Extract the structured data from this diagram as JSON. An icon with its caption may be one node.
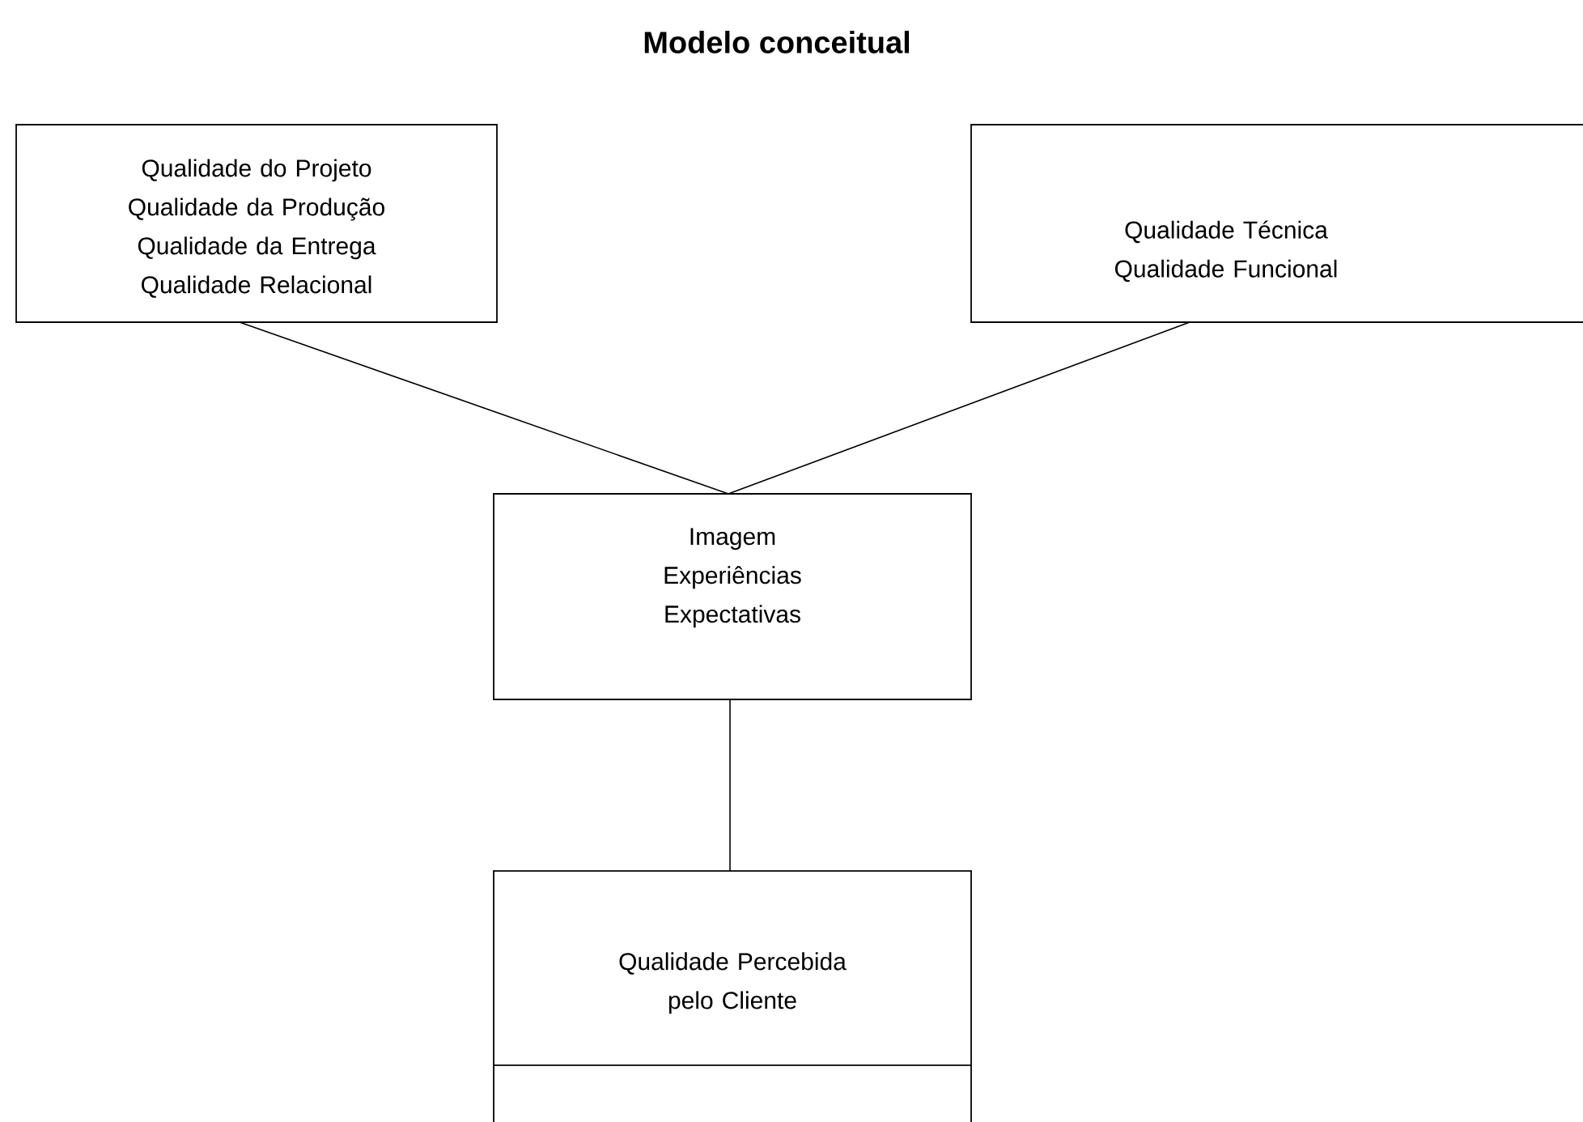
{
  "diagram": {
    "title": "Modelo conceitual",
    "nodes": [
      {
        "text": [
          "Qualidade do Projeto",
          "Qualidade da Produção",
          "Qualidade da Entrega",
          "Qualidade Relacional"
        ]
      },
      {
        "text": [
          "Qualidade Técnica",
          "Qualidade Funcional"
        ]
      },
      {
        "text": [
          "Imagem",
          "Experiências",
          "Expectativas"
        ]
      },
      {
        "text": [
          "Qualidade Percebida pelo Cliente"
        ]
      }
    ],
    "edges": [
      {
        "from": 0,
        "to": 2,
        "arrow": "none"
      },
      {
        "from": 1,
        "to": 2,
        "arrow": "none"
      },
      {
        "from": 2,
        "to": 3,
        "arrow": "none"
      }
    ]
  }
}
